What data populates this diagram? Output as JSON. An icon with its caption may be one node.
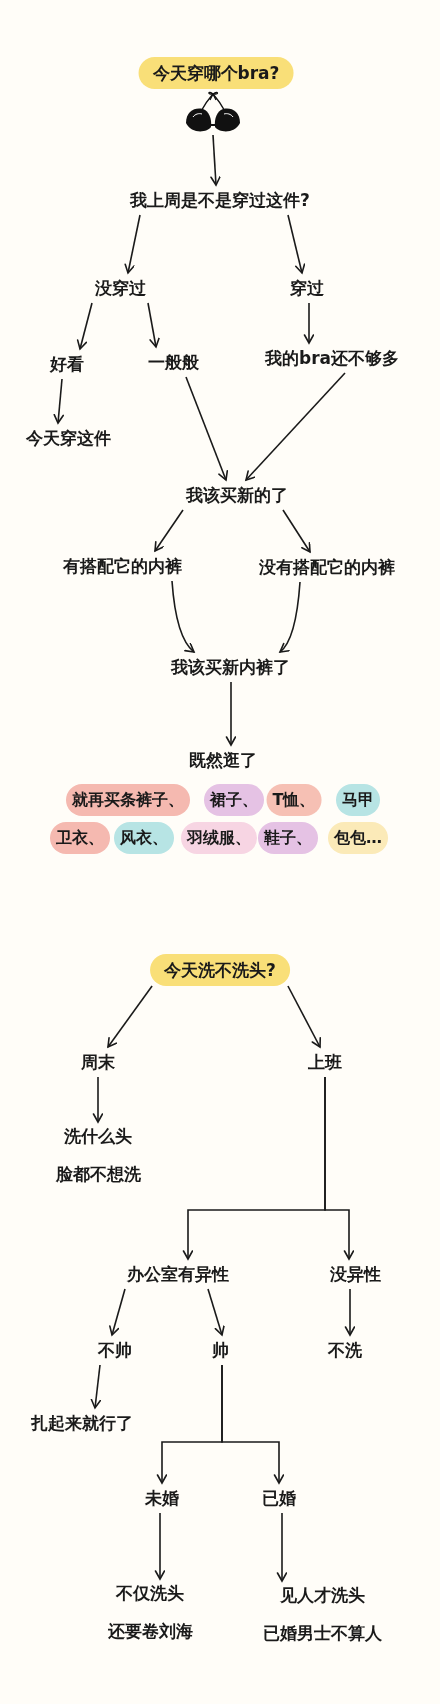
{
  "diagram": {
    "nodes": [
      {
        "text": [
          "今天穿哪个bra?"
        ]
      },
      {
        "text": [],
        "shape": "picture"
      },
      {
        "text": [
          "我上周是不是穿过这件?"
        ]
      },
      {
        "text": [
          "没穿过"
        ]
      },
      {
        "text": [
          "穿过"
        ]
      },
      {
        "text": [
          "好看"
        ]
      },
      {
        "text": [
          "一般般"
        ]
      },
      {
        "text": [
          "我的bra还不够多"
        ]
      },
      {
        "text": [
          "今天穿这件"
        ]
      },
      {
        "text": [
          "我该买新的了"
        ]
      },
      {
        "text": [
          "有搭配它的内裤"
        ]
      },
      {
        "text": [
          "没有搭配它的内裤"
        ]
      },
      {
        "text": [
          "我该买新内裤了"
        ]
      },
      {
        "text": [
          "既然逛了"
        ]
      },
      {
        "text": [
          "就再买条裤子、"
        ]
      },
      {
        "text": [
          "裙子、"
        ]
      },
      {
        "text": [
          "T恤、"
        ]
      },
      {
        "text": [
          "马甲"
        ]
      },
      {
        "text": [
          "卫衣、"
        ]
      },
      {
        "text": [
          "风衣、"
        ]
      },
      {
        "text": [
          "羽绒服、"
        ]
      },
      {
        "text": [
          "鞋子、"
        ]
      },
      {
        "text": [
          "包包…"
        ]
      },
      {
        "text": [
          "今天洗不洗头?"
        ]
      },
      {
        "text": [
          "周末"
        ]
      },
      {
        "text": [
          "上班"
        ]
      },
      {
        "text": [
          "洗什么头",
          "脸都不想洗"
        ]
      },
      {
        "text": [
          "办公室有异性"
        ]
      },
      {
        "text": [
          "没异性"
        ]
      },
      {
        "text": [
          "不帅"
        ]
      },
      {
        "text": [
          "帅"
        ]
      },
      {
        "text": [
          "不洗"
        ]
      },
      {
        "text": [
          "扎起来就行了"
        ]
      },
      {
        "text": [
          "未婚"
        ]
      },
      {
        "text": [
          "已婚"
        ]
      },
      {
        "text": [
          "不仅洗头",
          "还要卷刘海"
        ]
      },
      {
        "text": [
          "见人才洗头",
          "已婚男士不算人"
        ]
      }
    ],
    "edges": [
      {
        "from": 1,
        "to": 2,
        "arrow": "to"
      },
      {
        "from": 2,
        "to": 3,
        "arrow": "to"
      },
      {
        "from": 2,
        "to": 4,
        "arrow": "to"
      },
      {
        "from": 3,
        "to": 5,
        "arrow": "to"
      },
      {
        "from": 3,
        "to": 6,
        "arrow": "to"
      },
      {
        "from": 4,
        "to": 7,
        "arrow": "to"
      },
      {
        "from": 5,
        "to": 8,
        "arrow": "to"
      },
      {
        "from": 6,
        "to": 9,
        "arrow": "to"
      },
      {
        "from": 7,
        "to": 9,
        "arrow": "to"
      },
      {
        "from": 9,
        "to": 10,
        "arrow": "to"
      },
      {
        "from": 9,
        "to": 11,
        "arrow": "to"
      },
      {
        "from": 10,
        "to": 12,
        "arrow": "to"
      },
      {
        "from": 11,
        "to": 12,
        "arrow": "to"
      },
      {
        "from": 12,
        "to": 13,
        "arrow": "to"
      },
      {
        "from": 23,
        "to": 24,
        "arrow": "to"
      },
      {
        "from": 23,
        "to": 25,
        "arrow": "to"
      },
      {
        "from": 24,
        "to": 26,
        "arrow": "to"
      },
      {
        "from": 25,
        "to": 27,
        "arrow": "to"
      },
      {
        "from": 25,
        "to": 28,
        "arrow": "to"
      },
      {
        "from": 27,
        "to": 29,
        "arrow": "to"
      },
      {
        "from": 27,
        "to": 30,
        "arrow": "to"
      },
      {
        "from": 28,
        "to": 31,
        "arrow": "to"
      },
      {
        "from": 29,
        "to": 32,
        "arrow": "to"
      },
      {
        "from": 30,
        "to": 33,
        "arrow": "to"
      },
      {
        "from": 30,
        "to": 34,
        "arrow": "to"
      },
      {
        "from": 33,
        "to": 35,
        "arrow": "to"
      },
      {
        "from": 34,
        "to": 36,
        "arrow": "to"
      }
    ]
  }
}
